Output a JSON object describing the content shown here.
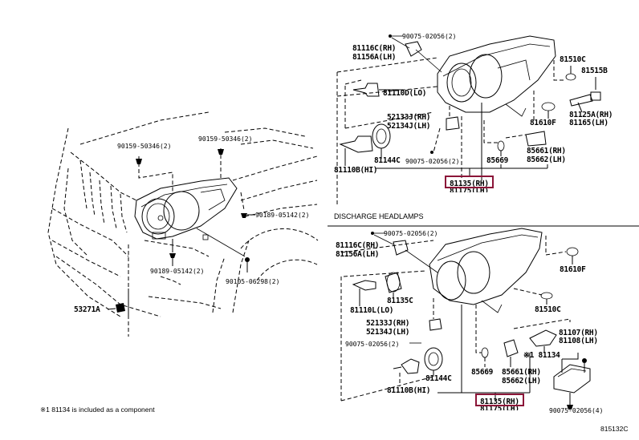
{
  "diagram": {
    "figure_id": "815132C",
    "footnote": "※1 81134 is included as a component",
    "highlight_color": "#8b1538",
    "vehicle": {
      "labels": {
        "clip_top_left": "90159-50346(2)",
        "clip_top_right": "90159-50346(2)",
        "screw_right": "90189-05142(2)",
        "screw_bottom": "90189-05142(2)",
        "bolt": "90105-06298(2)",
        "actuator": "53271A"
      }
    },
    "halogen": {
      "labels": {
        "screw_top": "90075-02056(2)",
        "bracket_rh": "81116C(RH)",
        "bracket_lh": "81156A(LH)",
        "bulb_lo": "81110D(LO)",
        "cover_a": "81510C",
        "bulb_b": "81515B",
        "socket_rh": "81125A(RH)",
        "socket_lh": "81165(LH)",
        "cover_f": "81610F",
        "adjuster_rh": "52133J(RH)",
        "adjuster_lh": "52134J(LH)",
        "ring": "81144C",
        "screw_mid": "90075-02056(2)",
        "bulb_hi": "81110B(HI)",
        "gasket": "85669",
        "motor_rh": "85661(RH)",
        "motor_lh": "85662(LH)",
        "assy_rh": "81135(RH)",
        "assy_lh": "81175(LH)"
      }
    },
    "discharge": {
      "title": "DISCHARGE HEADLAMPS",
      "labels": {
        "screw_top": "90075-02056(2)",
        "bracket_rh": "81116C(RH)",
        "bracket_lh": "81156A(LH)",
        "cover_f": "81610F",
        "cap": "81135C",
        "bulb_lo": "81110L(LO)",
        "cover_c": "81510C",
        "adjuster_rh": "52133J(RH)",
        "adjuster_lh": "52134J(LH)",
        "screw_mid": "90075-02056(2)",
        "ballast_rh": "81107(RH)",
        "ballast_lh": "81108(LH)",
        "gasket_note": "※1 81134",
        "ring": "81144C",
        "gasket": "85669",
        "motor_rh": "85661(RH)",
        "motor_lh": "85662(LH)",
        "bulb_hi": "81110B(HI)",
        "assy_rh": "81135(RH)",
        "assy_lh": "81175(LH)",
        "screw_bottom": "90075-02056(4)"
      }
    }
  }
}
